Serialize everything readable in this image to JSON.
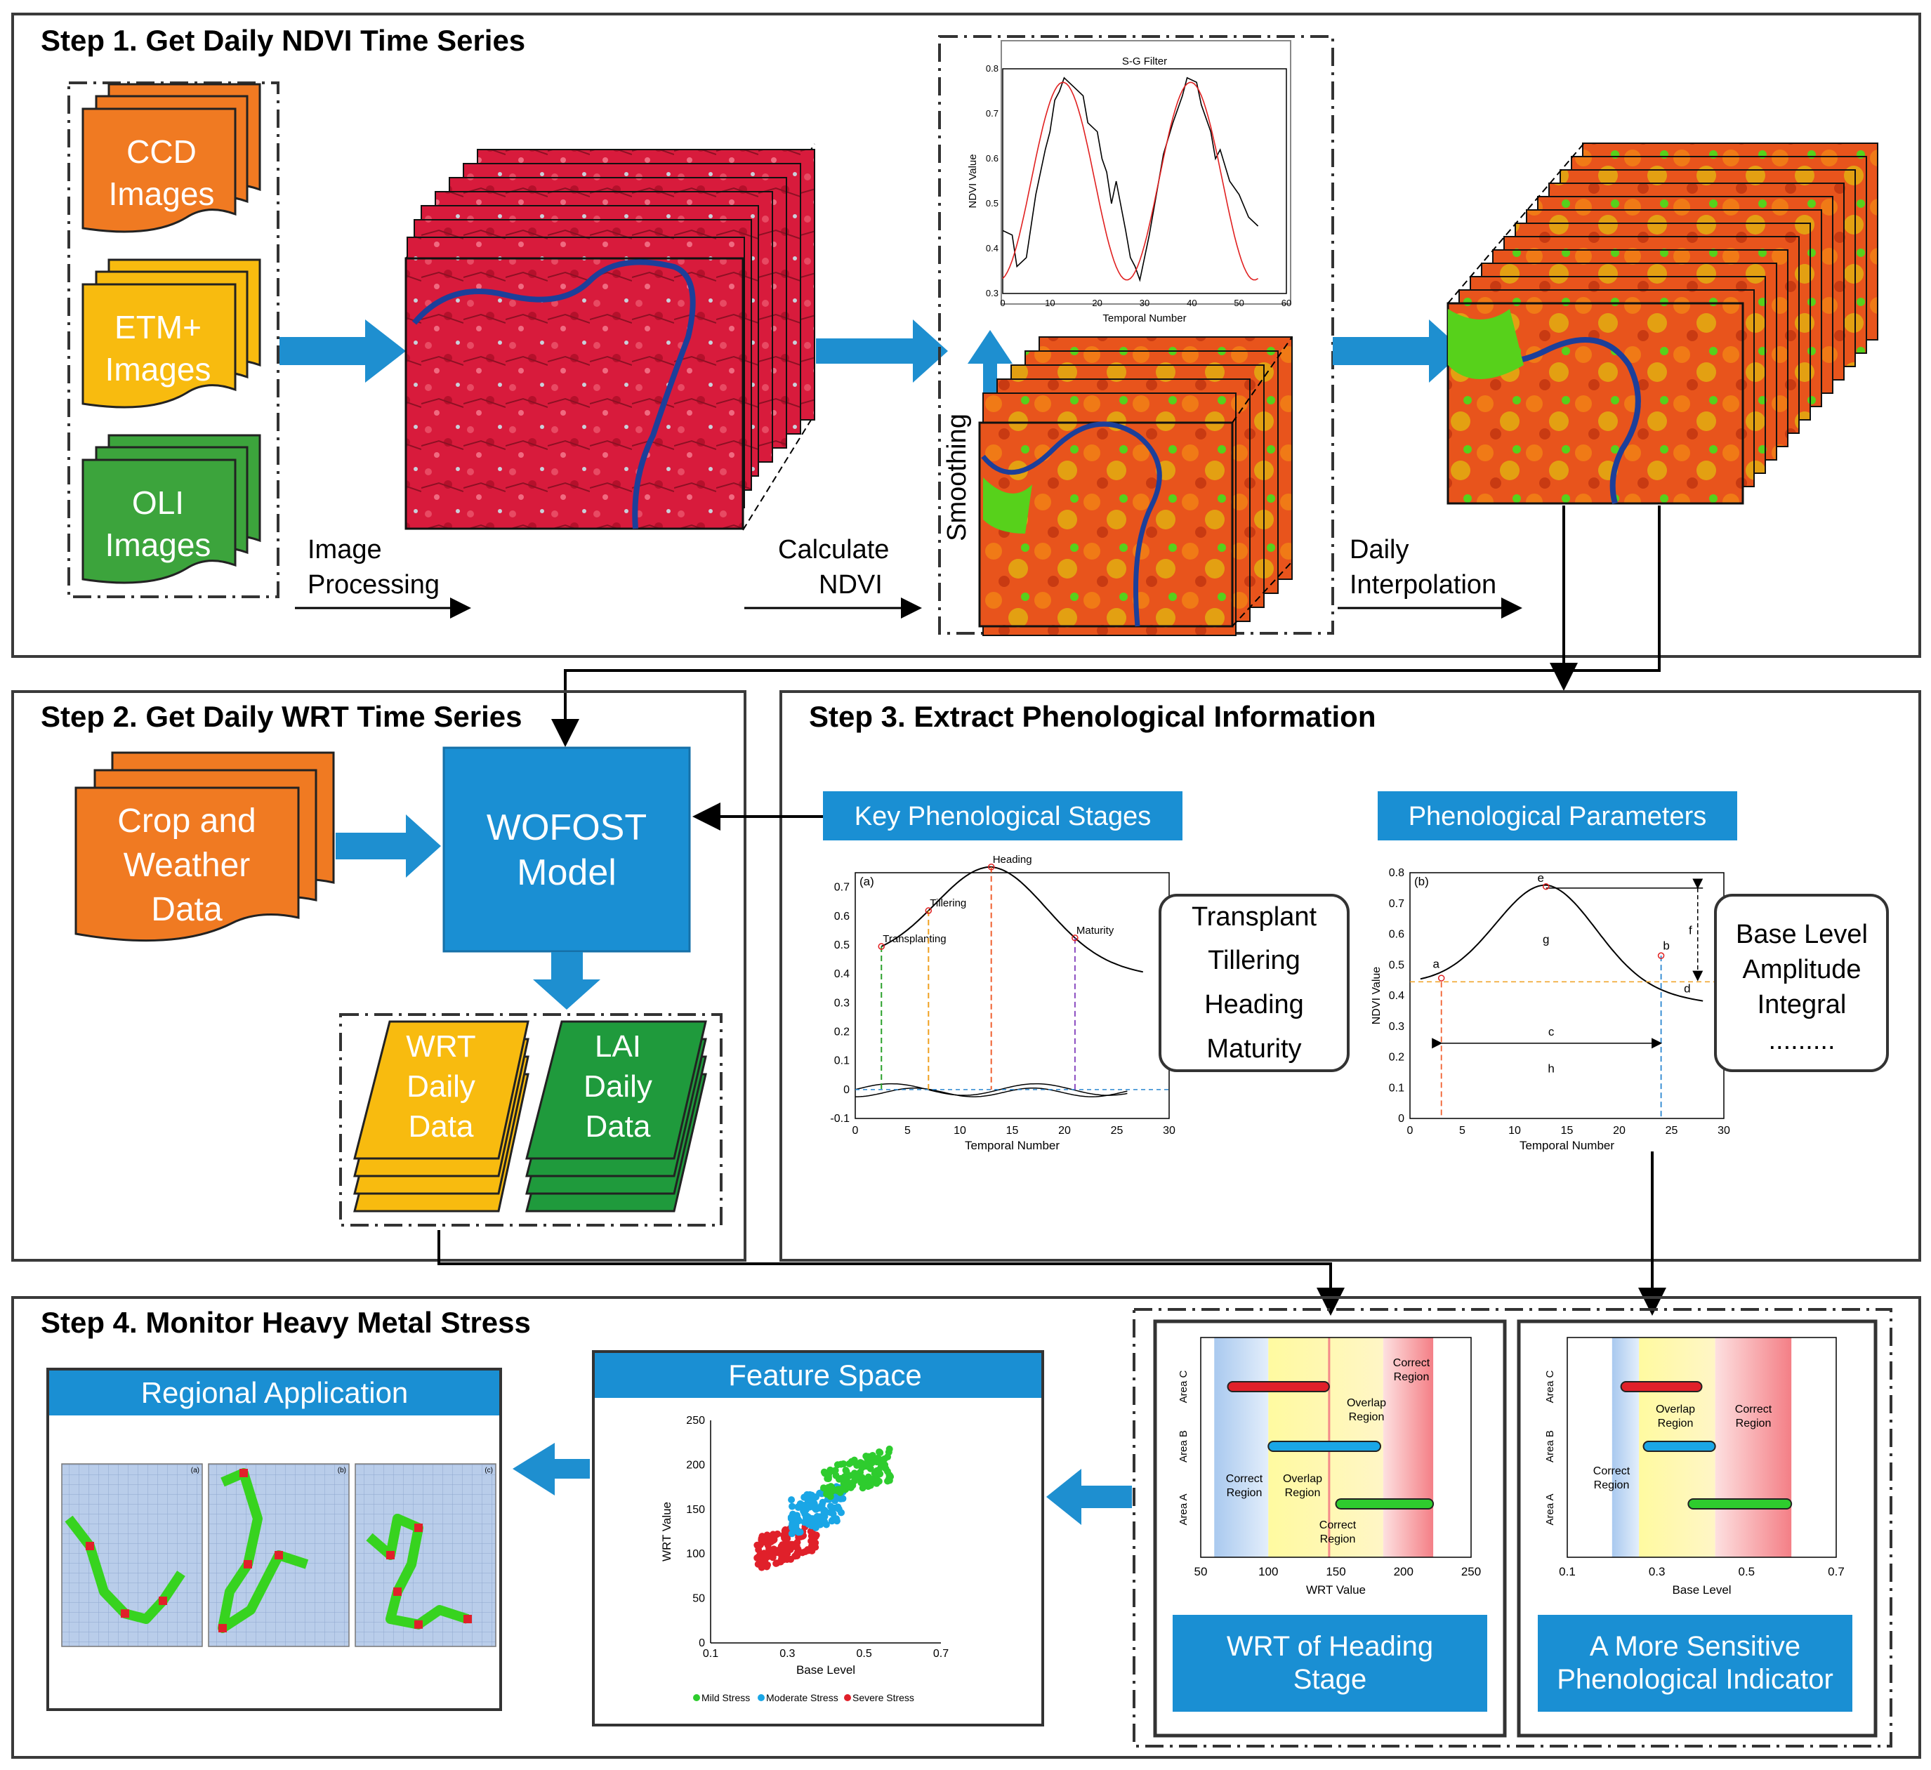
{
  "step1": {
    "title": "Step 1. Get Daily NDVI Time Series",
    "sources": [
      {
        "line1": "CCD",
        "line2": "Images",
        "color": "#f07a22"
      },
      {
        "line1": "ETM+",
        "line2": "Images",
        "color": "#f8bb0f"
      },
      {
        "line1": "OLI",
        "line2": "Images",
        "color": "#3ca43c"
      }
    ],
    "arrow1": {
      "line1": "Image",
      "line2": "Processing"
    },
    "arrow2": {
      "line1": "Calculate",
      "line2": "NDVI"
    },
    "arrow3": {
      "line1": "Daily",
      "line2": "Interpolation"
    },
    "smoothing": "Smoothing",
    "sg_chart": {
      "title": "S-G Filter",
      "ylabel": "NDVI Value",
      "xlabel": "Temporal Number",
      "xticks": [
        "0",
        "10",
        "20",
        "30",
        "40",
        "50",
        "60"
      ],
      "yticks": [
        "0.3",
        "0.4",
        "0.5",
        "0.6",
        "0.7",
        "0.8"
      ]
    }
  },
  "step2": {
    "title": "Step 2. Get Daily WRT Time Series",
    "input": {
      "line1": "Crop and",
      "line2": "Weather",
      "line3": "Data"
    },
    "model": {
      "line1": "WOFOST",
      "line2": "Model"
    },
    "out1": {
      "line1": "WRT",
      "line2": "Daily",
      "line3": "Data"
    },
    "out2": {
      "line1": "LAI",
      "line2": "Daily",
      "line3": "Data"
    }
  },
  "step3": {
    "title": "Step 3. Extract Phenological Information",
    "header_a": "Key Phenological Stages",
    "header_b": "Phenological Parameters",
    "stages": [
      "Transplant",
      "Tillering",
      "Heading",
      "Maturity"
    ],
    "params": [
      "Base Level",
      "Amplitude",
      "Integral",
      "........."
    ],
    "chart_a": {
      "panel": "(a)",
      "xlabel": "Temporal Number",
      "xticks": [
        "0",
        "5",
        "10",
        "15",
        "20",
        "25",
        "30"
      ],
      "yticks": [
        "-0.1",
        "0",
        "0.1",
        "0.2",
        "0.3",
        "0.4",
        "0.5",
        "0.6",
        "0.7"
      ],
      "labels": [
        "Transplanting",
        "Tillering",
        "Heading",
        "Maturity"
      ]
    },
    "chart_b": {
      "panel": "(b)",
      "xlabel": "Temporal Number",
      "ylabel": "NDVI Value",
      "xticks": [
        "0",
        "5",
        "10",
        "15",
        "20",
        "25",
        "30"
      ],
      "yticks": [
        "0",
        "0.1",
        "0.2",
        "0.3",
        "0.4",
        "0.5",
        "0.6",
        "0.7",
        "0.8"
      ],
      "letters": [
        "a",
        "b",
        "c",
        "d",
        "e",
        "f",
        "g",
        "h"
      ]
    }
  },
  "step4": {
    "title": "Step 4. Monitor Heavy Metal Stress",
    "regional": "Regional Application",
    "feature": "Feature Space",
    "wrt_caption": {
      "line1": "WRT of Heading",
      "line2": "Stage"
    },
    "sens_caption": {
      "line1": "A More Sensitive",
      "line2": "Phenological Indicator"
    },
    "scatter": {
      "xlabel": "Base Level",
      "ylabel": "WRT Value",
      "xticks": [
        "0.1",
        "0.3",
        "0.5",
        "0.7"
      ],
      "yticks": [
        "0",
        "50",
        "100",
        "150",
        "200",
        "250"
      ],
      "legend": [
        "Mild Stress",
        "Moderate Stress",
        "Severe Stress"
      ]
    },
    "wrt_chart": {
      "xlabel": "WRT Value",
      "xticks": [
        "50",
        "100",
        "150",
        "200",
        "250"
      ],
      "areas": [
        "Area C",
        "Area B",
        "Area A"
      ],
      "regions": {
        "correct": "Correct",
        "region": "Region",
        "overlap": "Overlap"
      }
    },
    "sens_chart": {
      "xlabel": "Base Level",
      "xticks": [
        "0.1",
        "0.3",
        "0.5",
        "0.7"
      ],
      "areas": [
        "Area C",
        "Area B",
        "Area A"
      ]
    },
    "map_panels": [
      "(a)",
      "(b)",
      "(c)"
    ]
  }
}
